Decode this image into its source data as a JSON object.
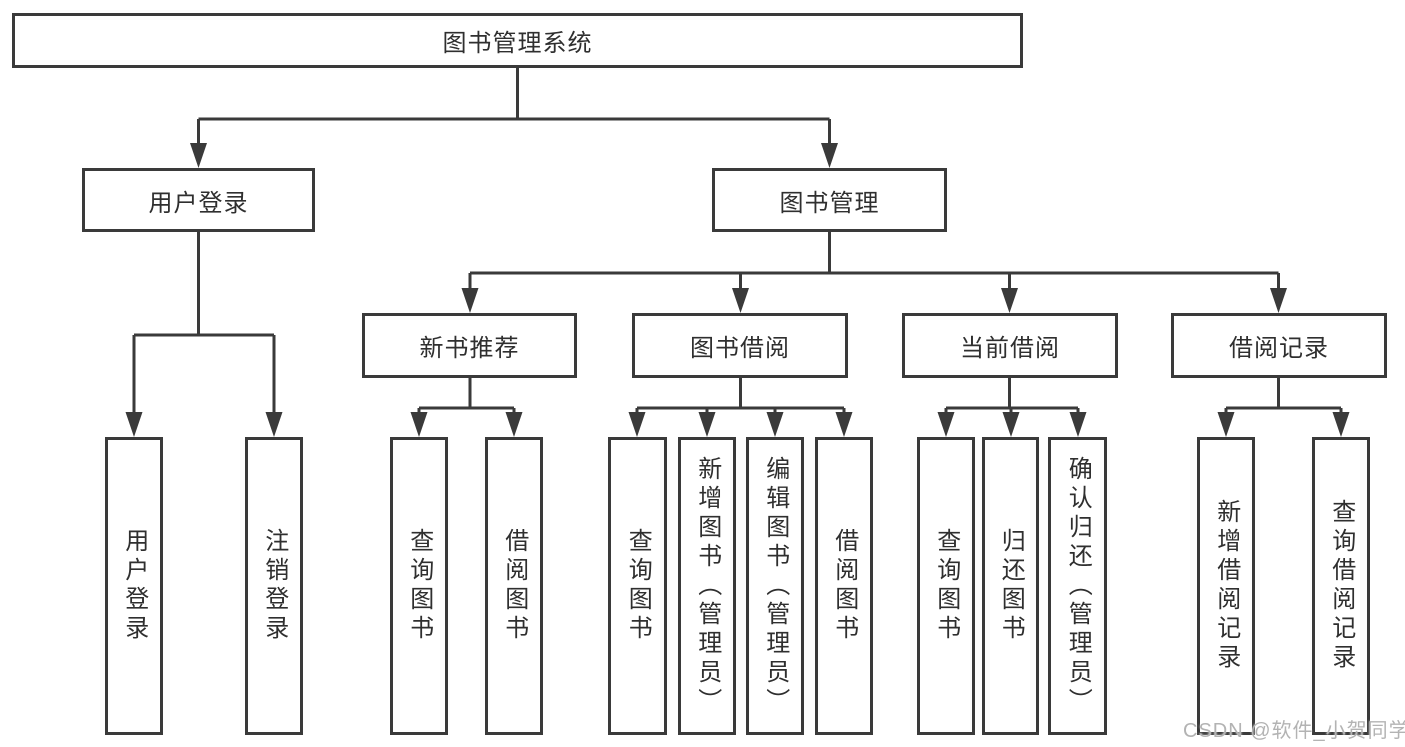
{
  "colors": {
    "line": "#3a3a3a",
    "box_border": "#3a3a3a",
    "box_fill": "#ffffff",
    "text": "#2f2f2f",
    "watermark": "#b3b3b3",
    "background": "#ffffff"
  },
  "watermark": "CSDN @软件_小贺同学",
  "tree": {
    "root": {
      "label": "图书管理系统"
    },
    "children": [
      {
        "label": "用户登录",
        "children": [
          {
            "label": "用户登录"
          },
          {
            "label": "注销登录"
          }
        ]
      },
      {
        "label": "图书管理",
        "children": [
          {
            "label": "新书推荐",
            "children": [
              {
                "label": "查询图书"
              },
              {
                "label": "借阅图书"
              }
            ]
          },
          {
            "label": "图书借阅",
            "children": [
              {
                "label": "查询图书"
              },
              {
                "label": "新增图书（管理员）"
              },
              {
                "label": "编辑图书（管理员）"
              },
              {
                "label": "借阅图书"
              }
            ]
          },
          {
            "label": "当前借阅",
            "children": [
              {
                "label": "查询图书"
              },
              {
                "label": "归还图书"
              },
              {
                "label": "确认归还（管理员）"
              }
            ]
          },
          {
            "label": "借阅记录",
            "children": [
              {
                "label": "新增借阅记录"
              },
              {
                "label": "查询借阅记录"
              }
            ]
          }
        ]
      }
    ]
  }
}
